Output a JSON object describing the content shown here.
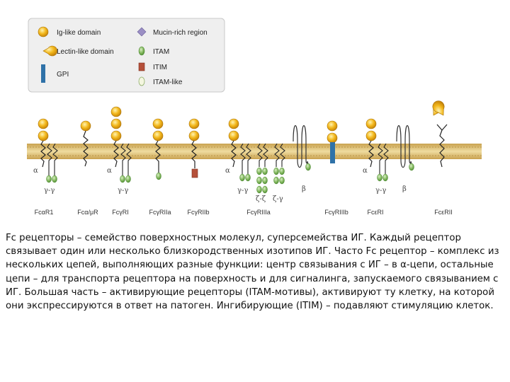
{
  "legend": {
    "items": [
      {
        "label": "Ig-like domain",
        "icon": "ig-domain-icon"
      },
      {
        "label": "Lectin-like domain",
        "icon": "lectin-domain-icon"
      },
      {
        "label": "GPI",
        "icon": "gpi-anchor-icon"
      },
      {
        "label": "Mucin-rich region",
        "icon": "mucin-region-icon"
      },
      {
        "label": "ITAM",
        "icon": "itam-icon"
      },
      {
        "label": "ITIM",
        "icon": "itim-icon"
      },
      {
        "label": "ITAM-like",
        "icon": "itam-like-icon"
      }
    ]
  },
  "receptors": [
    {
      "name": "FcαR1",
      "chain_label": "α",
      "gamma_label": "γ-γ"
    },
    {
      "name": "Fcα/μR"
    },
    {
      "name": "FcγRI",
      "chain_label": "α",
      "gamma_label": "γ-γ"
    },
    {
      "name": "FcγRIIa"
    },
    {
      "name": "FcγRIIb"
    },
    {
      "name": "FcγRIIIa",
      "chain_label": "α",
      "gamma_label": "γ-γ",
      "zeta_label": "ζ-ζ",
      "zeta_gamma_label": "ζ-γ"
    },
    {
      "name": "FcγRIIIb"
    },
    {
      "name": "FcεRI",
      "chain_label": "α",
      "gamma_label": "γ-γ",
      "beta_label": "β"
    },
    {
      "name": "FcεRII"
    }
  ],
  "extra_labels": {
    "beta_fcgriiia": "β"
  },
  "caption": "Fc рецепторы – семейство поверхностных молекул, суперсемейства ИГ. Каждый рецептор связывает один или несколько близкородственных изотипов ИГ. Часто Fc рецептор – комплекс из нескольких цепей, выполняющих разные функции: центр связывания с ИГ – в α-цепи, остальные цепи – для транспорта рецептора на поверхность и для сигналинга, запускаемого связыванием с ИГ. Большая часть – активирующие рецепторы (ITAM-мотивы), активируют ту клетку, на которой они экспрессируются в ответ на патоген. Ингибирующие (ITIM) – подавляют стимуляцию клеток.",
  "colors": {
    "ig_domain": "#f3b81c",
    "itam": "#7fb55a",
    "itim": "#b5503a",
    "gpi": "#2f72a8",
    "mucin": "#9b8fc4",
    "membrane": "#d4b466"
  }
}
